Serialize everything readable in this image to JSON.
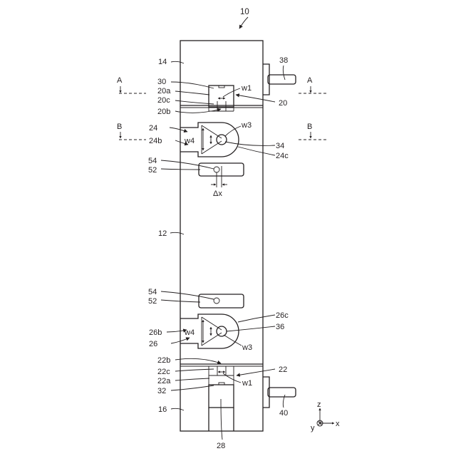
{
  "figure": {
    "ref_main": "10",
    "body_ref": "12",
    "top_end_ref": "14",
    "bottom_end_ref": "16",
    "upper_recess_ref": "20",
    "upper_recess_parts": {
      "a": "20a",
      "b": "20b",
      "c": "20c"
    },
    "lower_recess_ref": "22",
    "lower_recess_parts": {
      "a": "22a",
      "b": "22b",
      "c": "22c"
    },
    "upper_pocket_ref": "24",
    "upper_pocket_parts": {
      "b": "24b",
      "c": "24c"
    },
    "lower_pocket_ref": "26",
    "lower_pocket_parts": {
      "b": "26b",
      "c": "26c"
    },
    "bottom_part_ref": "28",
    "top_block_ref": "30",
    "bottom_block_ref": "32",
    "upper_pin_ref": "34",
    "lower_pin_ref": "36",
    "top_handle_ref": "38",
    "bottom_handle_ref": "40",
    "slot_ref": "52",
    "hole_ref": "54",
    "widths": {
      "w1": "w1",
      "w3": "w3",
      "w4": "w4"
    },
    "offset_label": "Δx",
    "section_a": "A",
    "section_b": "B",
    "axes": {
      "z": "z",
      "y": "y",
      "x": "x"
    }
  }
}
